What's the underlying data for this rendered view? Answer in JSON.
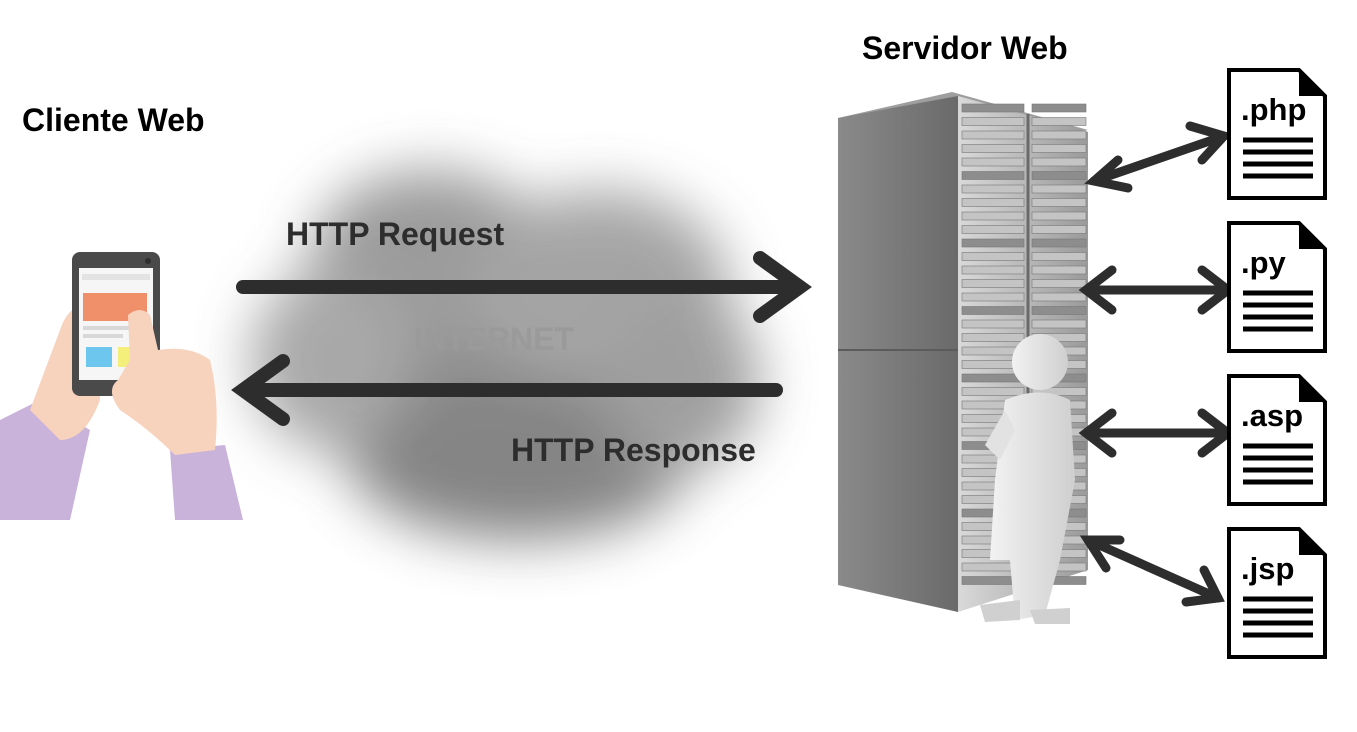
{
  "client": {
    "title": "Cliente Web"
  },
  "server": {
    "title": "Servidor Web"
  },
  "network": {
    "label": "INTERNET",
    "request_label": "HTTP Request",
    "response_label": "HTTP Response"
  },
  "files": [
    {
      "ext": ".php"
    },
    {
      "ext": ".py"
    },
    {
      "ext": ".asp"
    },
    {
      "ext": ".jsp"
    }
  ],
  "colors": {
    "arrow": "#2d2d2d",
    "cloud": "#8c8c8c",
    "rack": "#7a7a7a",
    "sleeve": "#c9b3da",
    "skin": "#f7d2bd",
    "phone": "#4a4a4a"
  }
}
